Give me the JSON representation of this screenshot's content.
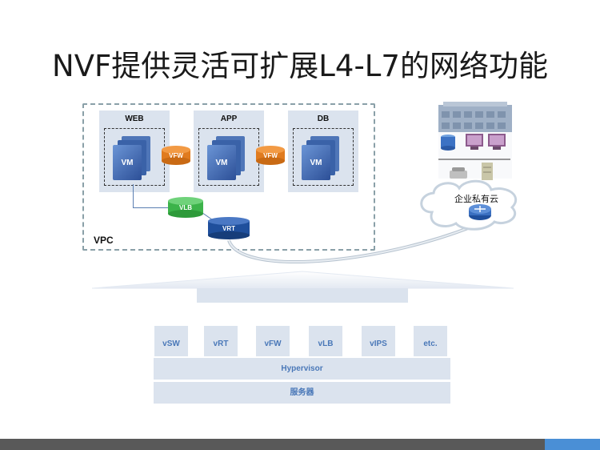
{
  "title": "NVF提供灵活可扩展L4-L7的网络功能",
  "vpc": {
    "label": "VPC",
    "groups": [
      {
        "name": "WEB",
        "vm_label": "VM"
      },
      {
        "name": "APP",
        "vm_label": "VM"
      },
      {
        "name": "DB",
        "vm_label": "VM"
      }
    ],
    "vfw_label": "VFW",
    "vlb_label": "VLB",
    "vrt_label": "VRT"
  },
  "cloud": {
    "label": "企业私有云"
  },
  "functions": [
    "vSW",
    "vRT",
    "vFW",
    "vLB",
    "vIPS",
    "etc."
  ],
  "layers": {
    "hypervisor": "Hypervisor",
    "servers": "服务器"
  },
  "colors": {
    "vfw": "#e07b1f",
    "vlb": "#3cb34a",
    "vrt": "#1f4f9c",
    "vm": "#3a62a8",
    "panel": "#dbe3ee",
    "accent": "#4a8fd6",
    "footer": "#595959"
  }
}
